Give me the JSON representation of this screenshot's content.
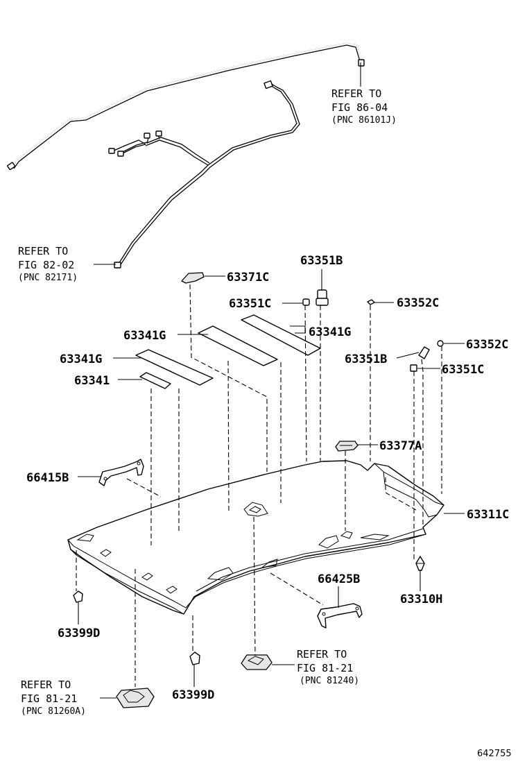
{
  "labels": {
    "p63351B_top": "63351B",
    "p63371C": "63371C",
    "p63351C_top": "63351C",
    "p63352C_top": "63352C",
    "p63341G_mid": "63341G",
    "p63341G_right": "63341G",
    "p63352C_right": "63352C",
    "p63341G_left": "63341G",
    "p63351B_right": "63351B",
    "p63351C_right": "63351C",
    "p63341": "63341",
    "p63377A": "63377A",
    "p66415B": "66415B",
    "p63311C": "63311C",
    "p66425B": "66425B",
    "p63310H": "63310H",
    "p63399D_left": "63399D",
    "p63399D_bottom": "63399D"
  },
  "references": {
    "top_right": {
      "refer": "REFER TO",
      "fig": "FIG 86-04",
      "pnc": "(PNC 86101J)"
    },
    "left": {
      "refer": "REFER TO",
      "fig": "FIG 82-02",
      "pnc": "(PNC 82171)"
    },
    "bottom_middle": {
      "refer": "REFER TO",
      "fig": "FIG 81-21",
      "pnc": "(PNC 81240)"
    },
    "bottom_left": {
      "refer": "REFER TO",
      "fig": "FIG 81-21",
      "pnc": "(PNC 81260A)"
    }
  },
  "figure_id": "642755"
}
